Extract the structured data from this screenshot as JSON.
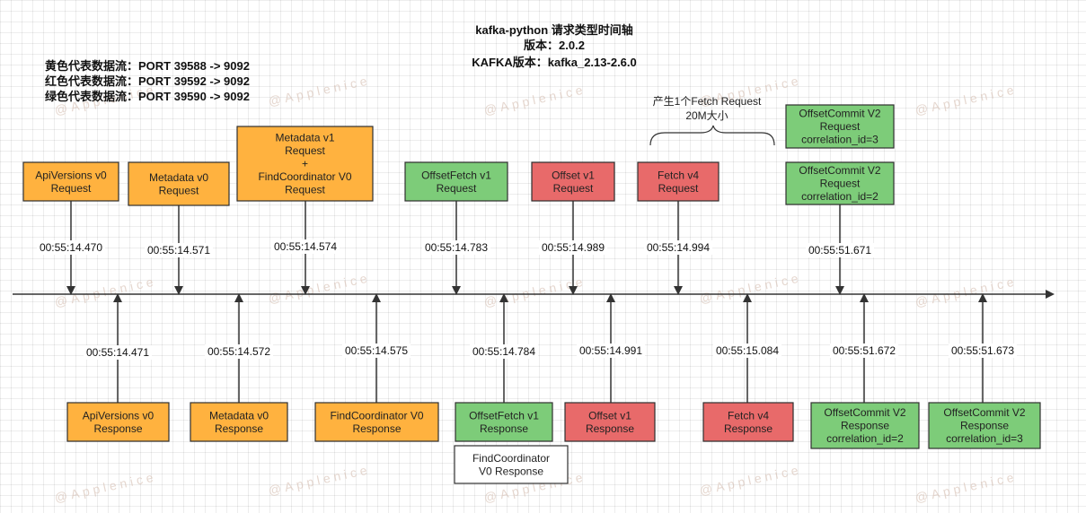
{
  "title_lines": [
    "kafka-python 请求类型时间轴",
    "版本：2.0.2",
    "KAFKA版本：kafka_2.13-2.6.0"
  ],
  "legend": [
    "黄色代表数据流：PORT 39588 -> 9092",
    "红色代表数据流：PORT 39592 -> 9092",
    "绿色代表数据流：PORT 39590 -> 9092"
  ],
  "watermark": "@Applenice",
  "colors": {
    "yellow": "#ffb23f",
    "red": "#e86a6a",
    "green": "#7dcc79",
    "border": "#2f2f2f",
    "axis": "#333333"
  },
  "requests": [
    {
      "id": "req-apiversions",
      "color": "yellow",
      "lines": [
        "ApiVersions v0",
        "Request"
      ],
      "time": "00:55:14.470"
    },
    {
      "id": "req-metadata",
      "color": "yellow",
      "lines": [
        "Metadata v0",
        "Request"
      ],
      "time": "00:55:14.571"
    },
    {
      "id": "req-metadata-findcoordinator",
      "color": "yellow",
      "lines": [
        "Metadata v1",
        "Request",
        "+",
        "FindCoordinator  V0",
        "Request"
      ],
      "time": "00:55:14.574"
    },
    {
      "id": "req-offsetfetch",
      "color": "green",
      "lines": [
        "OffsetFetch v1",
        "Request"
      ],
      "time": "00:55:14.783"
    },
    {
      "id": "req-offset",
      "color": "red",
      "lines": [
        "Offset v1",
        "Request"
      ],
      "time": "00:55:14.989"
    },
    {
      "id": "req-fetch",
      "color": "red",
      "lines": [
        "Fetch v4",
        "Request"
      ],
      "time": "00:55:14.994"
    },
    {
      "id": "req-offsetcommit-1",
      "color": "green",
      "lines": [
        "OffsetCommit V2",
        "Request",
        "correlation_id=3"
      ],
      "time": ""
    },
    {
      "id": "req-offsetcommit-2",
      "color": "green",
      "lines": [
        "OffsetCommit V2",
        "Request",
        "correlation_id=2"
      ],
      "time": "00:55:51.671"
    }
  ],
  "responses": [
    {
      "id": "resp-apiversions",
      "color": "yellow",
      "lines": [
        "ApiVersions v0",
        "Response"
      ],
      "time": "00:55:14.471"
    },
    {
      "id": "resp-metadata",
      "color": "yellow",
      "lines": [
        "Metadata v0",
        "Response"
      ],
      "time": "00:55:14.572"
    },
    {
      "id": "resp-findcoordinator",
      "color": "yellow",
      "lines": [
        "FindCoordinator  V0",
        "Response"
      ],
      "time": "00:55:14.575"
    },
    {
      "id": "resp-offsetfetch",
      "color": "green",
      "lines": [
        "OffsetFetch v1",
        "Response"
      ],
      "time": "00:55:14.784"
    },
    {
      "id": "resp-offset",
      "color": "red",
      "lines": [
        "Offset v1",
        "Response"
      ],
      "time": "00:55:14.991"
    },
    {
      "id": "resp-fetch",
      "color": "red",
      "lines": [
        "Fetch v4",
        "Response"
      ],
      "time": "00:55:15.084"
    },
    {
      "id": "resp-offsetcommit-2",
      "color": "green",
      "lines": [
        "OffsetCommit V2",
        "Response",
        "correlation_id=2"
      ],
      "time": "00:55:51.672"
    },
    {
      "id": "resp-offsetcommit-3",
      "color": "green",
      "lines": [
        "OffsetCommit V2",
        "Response",
        "correlation_id=3"
      ],
      "time": "00:55:51.673"
    }
  ],
  "extra_box": {
    "lines": [
      "FindCoordinator",
      "V0  Response"
    ]
  },
  "fetch_note": {
    "lines": [
      "产生1个Fetch Request",
      "20M大小"
    ]
  }
}
